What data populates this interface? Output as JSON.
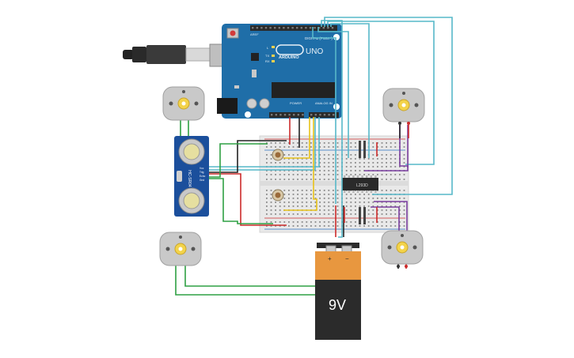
{
  "arduino": {
    "brand": "ARDUINO",
    "model": "UNO",
    "digital_label": "DIGITAL (PWM~)",
    "power_label": "POWER",
    "analog_label": "ANALOG IN",
    "tx_label": "TX",
    "rx_label": "RX",
    "l_label": "L",
    "aref_label": "AREF"
  },
  "sensor": {
    "model": "HC-SR04",
    "pins": [
      "Vcc",
      "Trig",
      "Echo",
      "Gnd"
    ]
  },
  "chip": {
    "label": "L293D"
  },
  "battery": {
    "label": "9V",
    "plus": "+",
    "minus": "−"
  },
  "colors": {
    "arduino_board": "#1f6ea8",
    "sensor_board": "#1b4f9c",
    "breadboard": "#e9e9e9",
    "battery_top": "#e8973f",
    "battery_body": "#2b2b2b",
    "motor": "#c9c9c9",
    "motor_shaft": "#f3d34a",
    "wire_green": "#2ea043",
    "wire_teal": "#57b8c9",
    "wire_red": "#cc2b2b",
    "wire_black": "#222222",
    "wire_purple": "#7b3fa0",
    "wire_yellow": "#e8c21a"
  }
}
